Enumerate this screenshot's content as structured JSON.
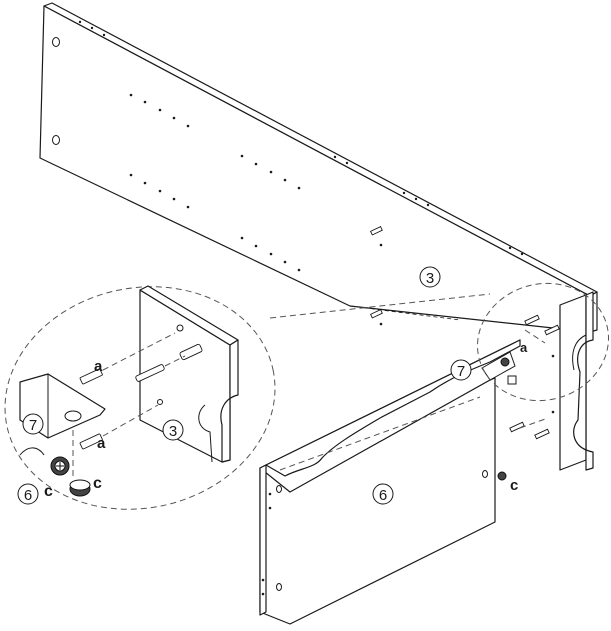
{
  "labels": {
    "part_back_panel": "3",
    "part_front_panel": "6",
    "part_side": "7",
    "hardware_dowel": "a",
    "hardware_cam": "c"
  },
  "colors": {
    "line": "#1a1a1a",
    "background": "#ffffff"
  }
}
